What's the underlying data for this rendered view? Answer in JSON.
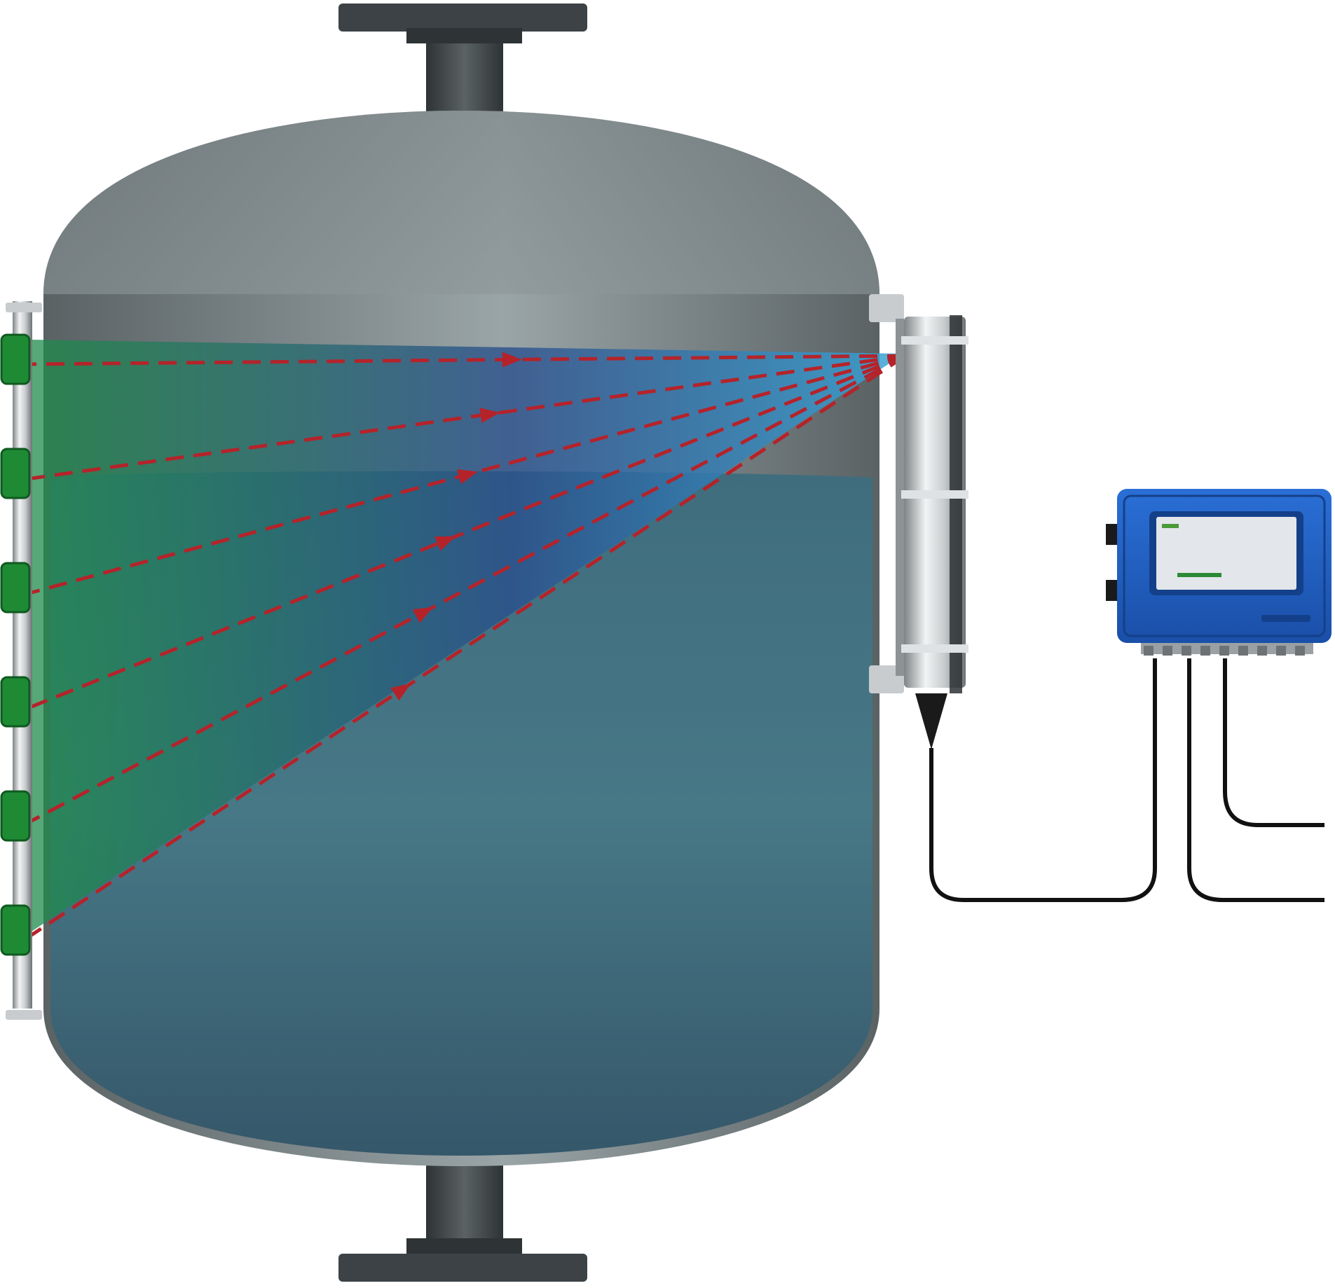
{
  "scene": {
    "labels": {},
    "detectors": {
      "count": 6,
      "orientation": "vertical-array",
      "side": "left"
    },
    "source": {
      "side": "right",
      "type": "radiation-source-holder"
    },
    "beams": {
      "count": 6,
      "style": "dashed-with-arrow"
    },
    "fill": {
      "level_fraction": 0.55
    },
    "controller": {
      "display_text": "",
      "bar_fraction": 0.35
    }
  },
  "colors": {
    "background": "#ffffff",
    "vessel_dark": "#5a6264",
    "vessel_light": "#9aa5a7",
    "liquid_top": "#3f6d7e",
    "liquid_bottom": "#35576a",
    "beam_fan_left": "#1f8c4a",
    "beam_fan_mid": "#2a4f8c",
    "beam_fan_right": "#3aa6d8",
    "beam_line": "#b5232a",
    "detector_green": "#1f8a34",
    "detector_dark": "#0e5a1f",
    "steel_light": "#e8eaec",
    "steel_dark": "#7f8487",
    "controller_blue": "#1f5fc2",
    "controller_blue_dark": "#14408a",
    "screen_bg": "#e3e6ea",
    "cable": "#111111",
    "flange": "#3c4245"
  }
}
